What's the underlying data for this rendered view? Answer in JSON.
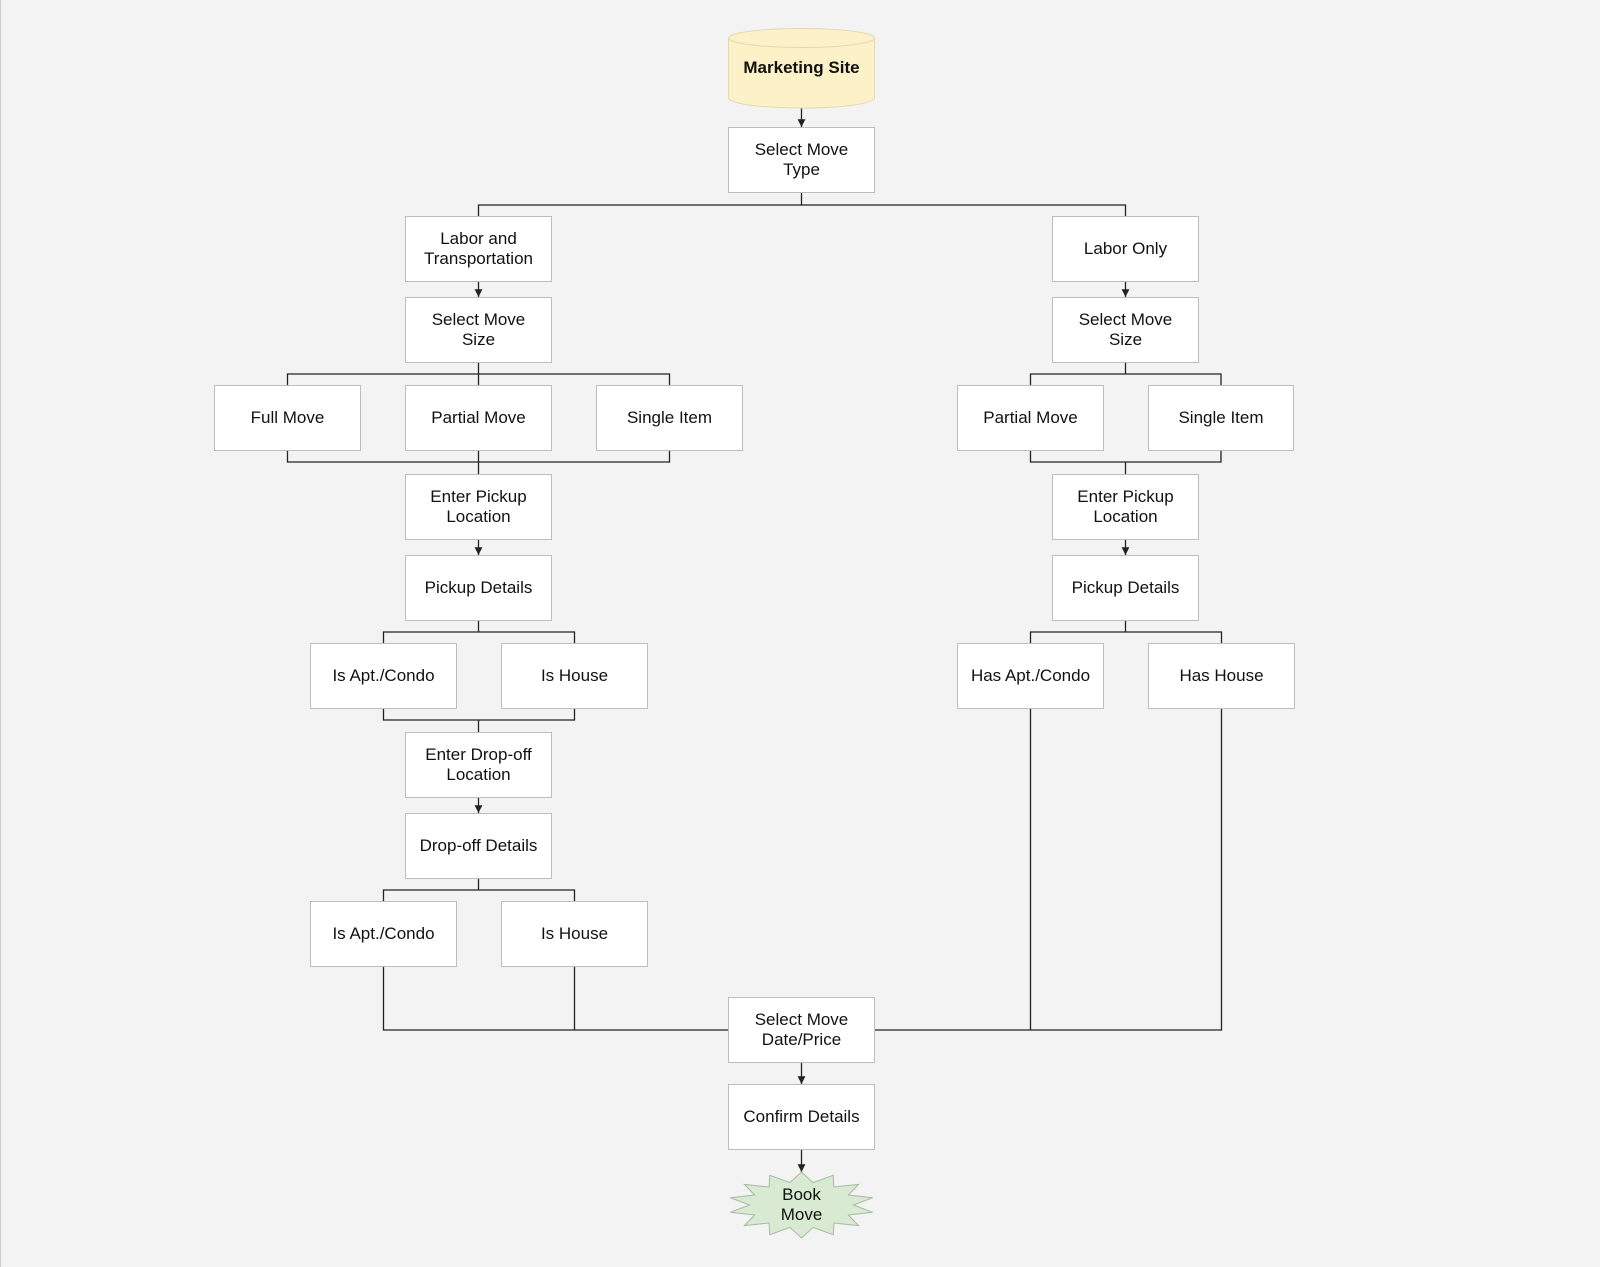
{
  "colors": {
    "background": "#f3f3f3",
    "box_fill": "#ffffff",
    "box_border": "#bdbdbd",
    "edge": "#222222",
    "db_fill": "#fdf1c7",
    "db_border": "#e2d9b4",
    "burst_fill": "#d9ead3",
    "burst_border": "#a8b8a2"
  },
  "nodes": {
    "marketing_site": "Marketing Site",
    "select_move_type": "Select Move\nType",
    "labor_and_transportation": "Labor and\nTransportation",
    "labor_only": "Labor Only",
    "lt_select_move_size": "Select Move\nSize",
    "lo_select_move_size": "Select Move\nSize",
    "lt_full_move": "Full Move",
    "lt_partial_move": "Partial Move",
    "lt_single_item": "Single Item",
    "lo_partial_move": "Partial Move",
    "lo_single_item": "Single Item",
    "lt_enter_pickup_location": "Enter Pickup\nLocation",
    "lo_enter_pickup_location": "Enter Pickup\nLocation",
    "lt_pickup_details": "Pickup Details",
    "lo_pickup_details": "Pickup Details",
    "lt_pickup_is_apt_condo": "Is Apt./Condo",
    "lt_pickup_is_house": "Is House",
    "lo_has_apt_condo": "Has Apt./Condo",
    "lo_has_house": "Has House",
    "enter_dropoff_location": "Enter Drop-off\nLocation",
    "dropoff_details": "Drop-off Details",
    "dropoff_is_apt_condo": "Is Apt./Condo",
    "dropoff_is_house": "Is House",
    "select_move_date_price": "Select Move\nDate/Price",
    "confirm_details": "Confirm Details",
    "book_move": "Book\nMove"
  }
}
